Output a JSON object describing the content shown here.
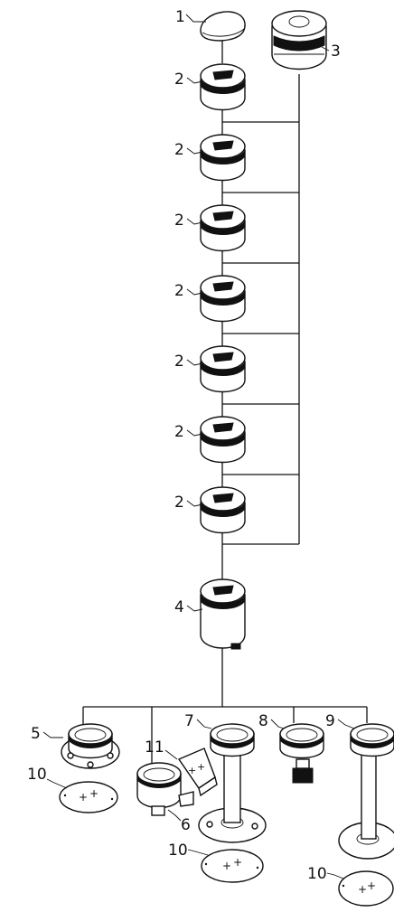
{
  "callouts": {
    "c1": "1",
    "c2": [
      "2",
      "2",
      "2",
      "2",
      "2",
      "2",
      "2"
    ],
    "c3": "3",
    "c4": "4",
    "c5": "5",
    "c6": "6",
    "c7": "7",
    "c8": "8",
    "c9": "9",
    "c10": [
      "10",
      "10",
      "10"
    ],
    "c11": "11"
  }
}
